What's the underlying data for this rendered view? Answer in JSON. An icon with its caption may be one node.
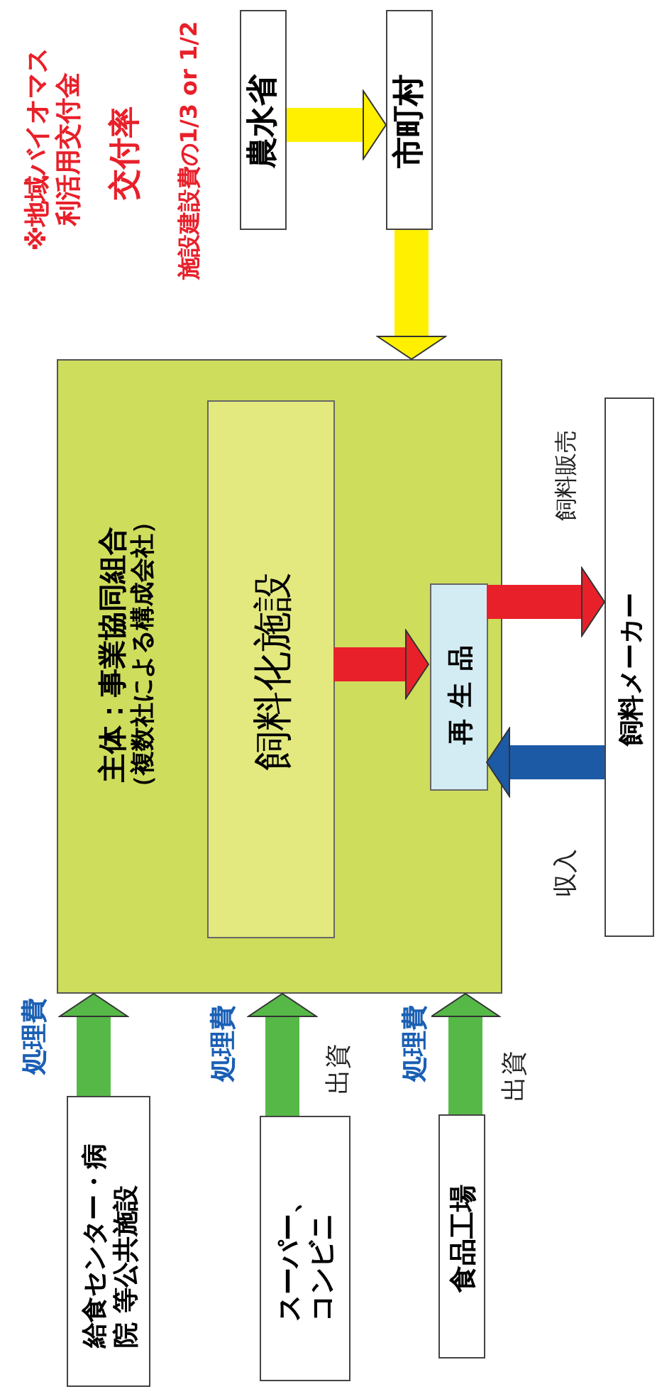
{
  "diagram": {
    "nodes": [
      {
        "text": [
          "農水省"
        ]
      },
      {
        "text": [
          "市町村"
        ]
      },
      {
        "text": [
          "主体：事業協同組合",
          "（複数社による構成会社）"
        ]
      },
      {
        "text": [
          "飼料化施設"
        ],
        "in": 2
      },
      {
        "text": [
          "再生品"
        ],
        "in": 2
      },
      {
        "text": [
          "飼料メーカー"
        ]
      },
      {
        "text": [
          "給食センター・病院 等公共施設"
        ]
      },
      {
        "text": [
          "スーパー、コンビニ"
        ]
      },
      {
        "text": [
          "食品工場"
        ]
      }
    ],
    "edges": [
      {
        "from": 0,
        "to": 1,
        "arrow": "to",
        "color": "#fff000"
      },
      {
        "from": 1,
        "to": 2,
        "arrow": "to",
        "color": "#fff000"
      },
      {
        "from": 3,
        "to": 4,
        "arrow": "to",
        "color": "#e8202a"
      },
      {
        "from": 4,
        "to": 5,
        "arrow": "to",
        "label": "飼料販売",
        "color": "#e8202a"
      },
      {
        "from": 5,
        "to": 4,
        "arrow": "to",
        "label": "収入",
        "color": "#1d5aa6"
      },
      {
        "from": 6,
        "to": 2,
        "arrow": "to",
        "label": "処理費"
      },
      {
        "from": 7,
        "to": 2,
        "arrow": "to",
        "label": "処理費"
      },
      {
        "from": 8,
        "to": 2,
        "arrow": "to",
        "label": "処理費"
      }
    ],
    "labels": [
      "※地域バイオマス利活用交付金",
      "交付率",
      "施設建設費の1/3 or 1/2",
      "出資",
      "出資"
    ]
  }
}
